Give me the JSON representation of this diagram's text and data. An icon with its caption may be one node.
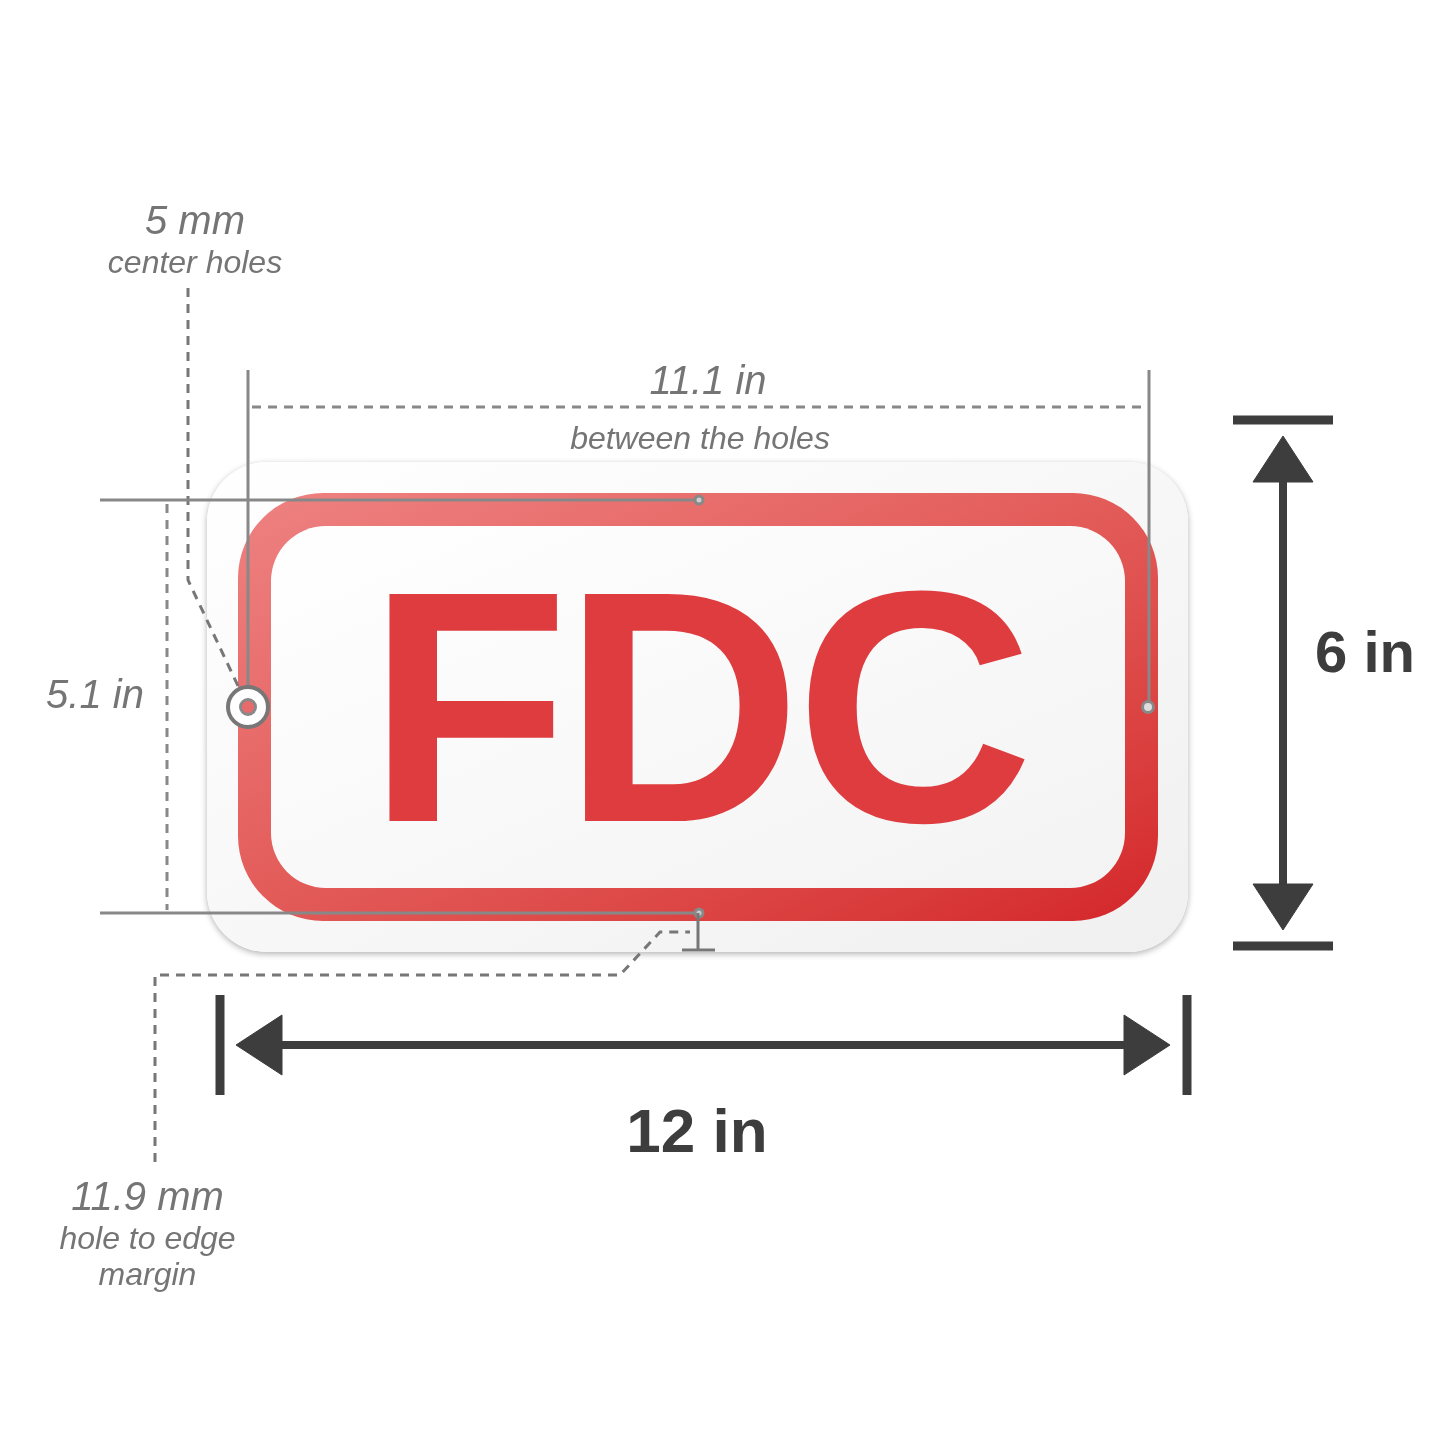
{
  "diagram": {
    "nodes": [
      {
        "text": [
          "FDC"
        ]
      },
      {
        "text": [
          "5 mm",
          "center holes"
        ]
      },
      {
        "text": [],
        "shape": "circle",
        "in": 0
      },
      {
        "text": [
          "11.9 mm",
          "hole to edge margin"
        ]
      }
    ],
    "edges": [
      {
        "from": 1,
        "to": 2,
        "arrow": "none",
        "style": "dashed"
      },
      {
        "from": 3,
        "to": null,
        "arrow": "none",
        "style": "dashed"
      }
    ],
    "labels": [
      "11.1 in",
      "between the holes",
      "5.1 in",
      "6 in",
      "12 in"
    ]
  }
}
